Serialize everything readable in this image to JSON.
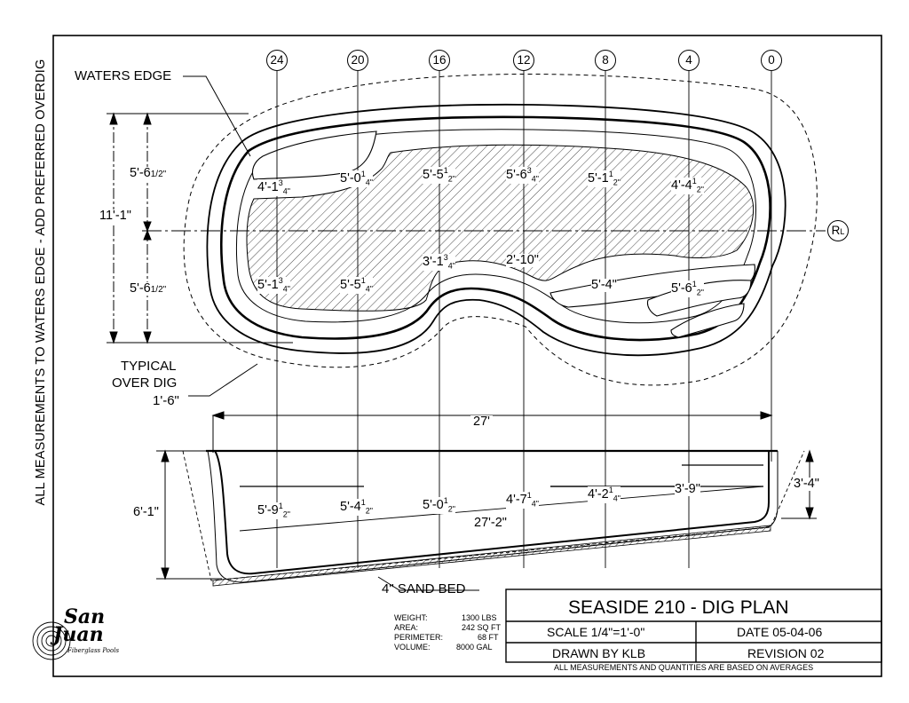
{
  "side_note": "ALL MEASUREMENTS TO WATERS EDGE - ADD PREFERRED OVERDIG",
  "callouts": {
    "waters_edge": "WATERS EDGE",
    "typical": "TYPICAL",
    "over_dig": "OVER DIG",
    "over_dig_value": "1'-6\"",
    "sand_bed": "4\" SAND BED"
  },
  "stations": [
    "24",
    "20",
    "16",
    "12",
    "8",
    "4",
    "0"
  ],
  "centerline_symbol": "R",
  "centerline_sub": "L",
  "plan_dims": {
    "overall_width": "11'-1\"",
    "upper_half": "5'-6",
    "lower_half": "5'-6",
    "half_frac": "1/2\"",
    "length": "27'"
  },
  "plan_depths_upper": [
    {
      "whole": "4'-1",
      "num": "3",
      "den": "4\""
    },
    {
      "whole": "5'-0",
      "num": "1",
      "den": "4\""
    },
    {
      "whole": "5'-5",
      "num": "1",
      "den": "2\""
    },
    {
      "whole": "5'-6",
      "num": "3",
      "den": "4\""
    },
    {
      "whole": "5'-1",
      "num": "1",
      "den": "2\""
    },
    {
      "whole": "4'-4",
      "num": "1",
      "den": "2\""
    }
  ],
  "plan_depths_lower": [
    {
      "whole": "5'-1",
      "num": "3",
      "den": "4\""
    },
    {
      "whole": "5'-5",
      "num": "1",
      "den": "4\""
    },
    {
      "whole": "3'-1",
      "num": "3",
      "den": "4\""
    },
    {
      "whole": "2'-10\"",
      "num": "",
      "den": ""
    },
    {
      "whole": "5'-4\"",
      "num": "",
      "den": ""
    },
    {
      "whole": "5'-6",
      "num": "1",
      "den": "2\""
    }
  ],
  "section_dims": {
    "deep_depth": "6'-1\"",
    "shallow_depth": "3'-4\"",
    "floor_length": "27'-2\""
  },
  "section_depths": [
    {
      "whole": "5'-9",
      "num": "1",
      "den": "2\""
    },
    {
      "whole": "5'-4",
      "num": "1",
      "den": "2\""
    },
    {
      "whole": "5'-0",
      "num": "1",
      "den": "2\""
    },
    {
      "whole": "4'-7",
      "num": "1",
      "den": "4\""
    },
    {
      "whole": "4'-2",
      "num": "1",
      "den": "4\""
    },
    {
      "whole": "3'-9\"",
      "num": "",
      "den": ""
    }
  ],
  "specs": [
    {
      "label": "WEIGHT:",
      "value": "1300 LBS"
    },
    {
      "label": "AREA:",
      "value": "242 SQ FT"
    },
    {
      "label": "PERIMETER:",
      "value": "68 FT"
    },
    {
      "label": "VOLUME:",
      "value": "8000 GAL"
    }
  ],
  "title_block": {
    "title": "SEASIDE 210 - DIG PLAN",
    "scale": "SCALE 1/4\"=1'-0\"",
    "date": "DATE 05-04-06",
    "drawn_by": "DRAWN BY KLB",
    "revision": "REVISION 02",
    "footnote": "ALL MEASUREMENTS AND QUANTITIES ARE BASED ON AVERAGES"
  },
  "logo": {
    "line1": "San",
    "line2": "Juan",
    "tagline": "Fiberglass Pools"
  }
}
